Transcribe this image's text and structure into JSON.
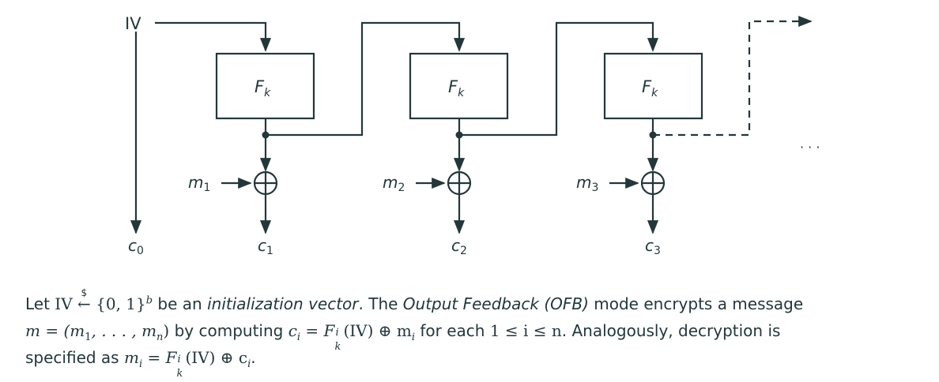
{
  "diagram": {
    "iv_label": "IV",
    "block_label_main": "F",
    "block_label_sub": "k",
    "ellipsis": "· · ·",
    "message_inputs": [
      {
        "base": "m",
        "sub": "1"
      },
      {
        "base": "m",
        "sub": "2"
      },
      {
        "base": "m",
        "sub": "3"
      }
    ],
    "ciphertext_outputs": [
      {
        "base": "c",
        "sub": "0"
      },
      {
        "base": "c",
        "sub": "1"
      },
      {
        "base": "c",
        "sub": "2"
      },
      {
        "base": "c",
        "sub": "3"
      }
    ],
    "colors": {
      "ink": "#23373b",
      "background": "#ffffff"
    }
  },
  "caption": {
    "line1": {
      "let": "Let ",
      "iv": "IV",
      "dollar": "$",
      "set": "{0, 1}",
      "set_exp": "b",
      "be_an": " be an ",
      "iv_term": "initialization vector",
      "the": ". The ",
      "mode_name": "Output Feedback (OFB)",
      "rest": " mode encrypts a message"
    },
    "line2": {
      "m_def": "m = (m",
      "m1_sub": "1",
      "dots": ", . . . , m",
      "mn_sub": "n",
      "close": ")",
      "by": " by computing ",
      "ci": "c",
      "i_sub": "i",
      "eq": " = F",
      "sup_i": "i",
      "sub_k": "k",
      "iv_arg": "(IV) ⊕ m",
      "mi_sub": "i",
      "for_each": " for each ",
      "range": "1 ≤ i ≤ n",
      "tail": ". Analogously, decryption is"
    },
    "line3": {
      "specified": "specified as ",
      "mi": "m",
      "i_sub": "i",
      "eq": " = F",
      "sup_i": "i",
      "sub_k": "k",
      "iv_arg": "(IV) ⊕ c",
      "ci_sub": "i",
      "period": "."
    }
  }
}
